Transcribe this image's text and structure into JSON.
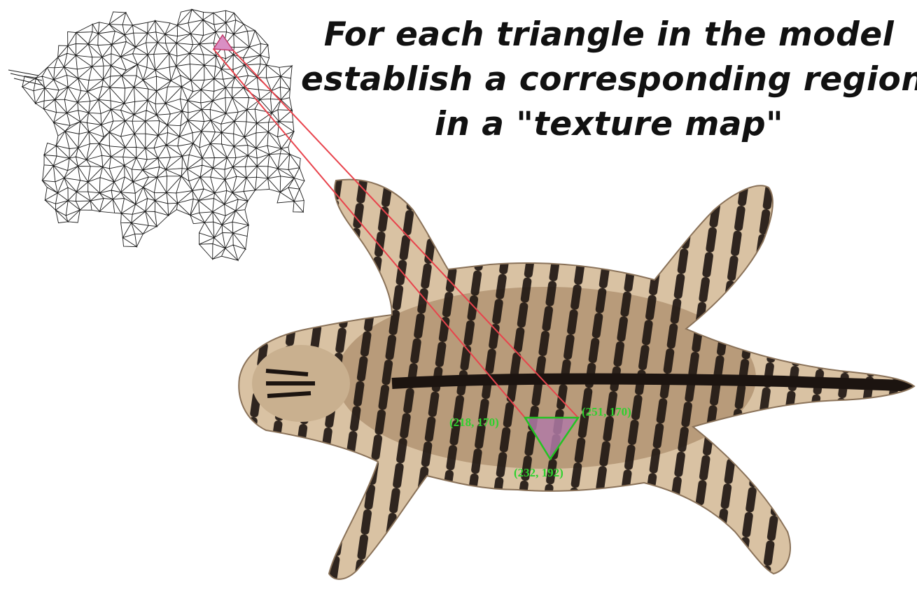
{
  "caption": {
    "line1": "For each triangle in the model",
    "line2": "establish a corresponding region",
    "line3": "in a \"texture map\""
  },
  "texture_triangle": {
    "vertices": [
      {
        "label": "(218, 170)"
      },
      {
        "label": "(251, 170)"
      },
      {
        "label": "(232, 192)"
      }
    ]
  },
  "colors": {
    "mesh_stroke": "#1a1a1a",
    "connector": "#e8434c",
    "triangle_outline": "#22c422",
    "triangle_fill": "#b07aa6",
    "coord_text": "#2ed12e",
    "fur_light": "#d9c2a3",
    "fur_mid": "#b89b7a",
    "stripe": "#1c1410"
  },
  "icons": {
    "model": "wireframe-mesh-animal",
    "texture": "tiger-skin-texture-map"
  }
}
